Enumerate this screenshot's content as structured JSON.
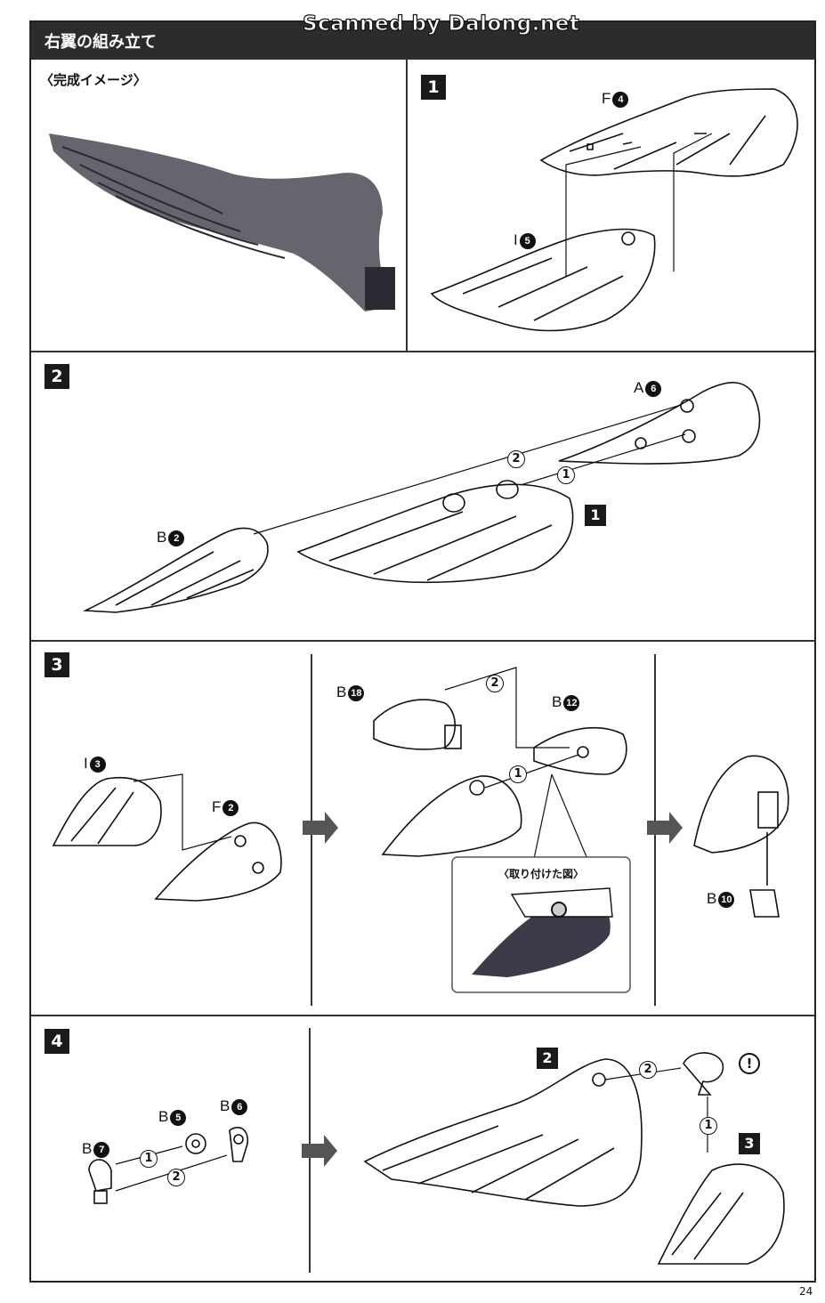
{
  "header": {
    "title": "右翼の組み立て",
    "watermark": "Scanned by Dalong.net"
  },
  "completed_image": {
    "label": "〈完成イメージ〉"
  },
  "steps": {
    "s1": {
      "number": "1",
      "parts": [
        {
          "letter": "F",
          "num": "4"
        },
        {
          "letter": "I",
          "num": "5"
        }
      ]
    },
    "s2": {
      "number": "2",
      "parts": [
        {
          "letter": "A",
          "num": "6"
        },
        {
          "letter": "B",
          "num": "2"
        }
      ],
      "order": [
        "2",
        "1"
      ],
      "ref_step": "1"
    },
    "s3": {
      "number": "3",
      "parts": [
        {
          "letter": "I",
          "num": "3"
        },
        {
          "letter": "F",
          "num": "2"
        },
        {
          "letter": "B",
          "num": "18"
        },
        {
          "letter": "B",
          "num": "12"
        },
        {
          "letter": "B",
          "num": "10"
        }
      ],
      "order": [
        "2",
        "1"
      ],
      "inset_label": "〈取り付けた図〉"
    },
    "s4": {
      "number": "4",
      "parts": [
        {
          "letter": "B",
          "num": "5"
        },
        {
          "letter": "B",
          "num": "6"
        },
        {
          "letter": "B",
          "num": "7"
        }
      ],
      "order": [
        "1",
        "2"
      ],
      "ref_steps": [
        "2",
        "3"
      ],
      "right_order": [
        "2",
        "1"
      ],
      "caution": "!"
    }
  },
  "page_number": "24",
  "colors": {
    "dark": "#2c2c2c",
    "wing_fill": "#4a4a55",
    "inset_wing": "#3d3a4a"
  }
}
